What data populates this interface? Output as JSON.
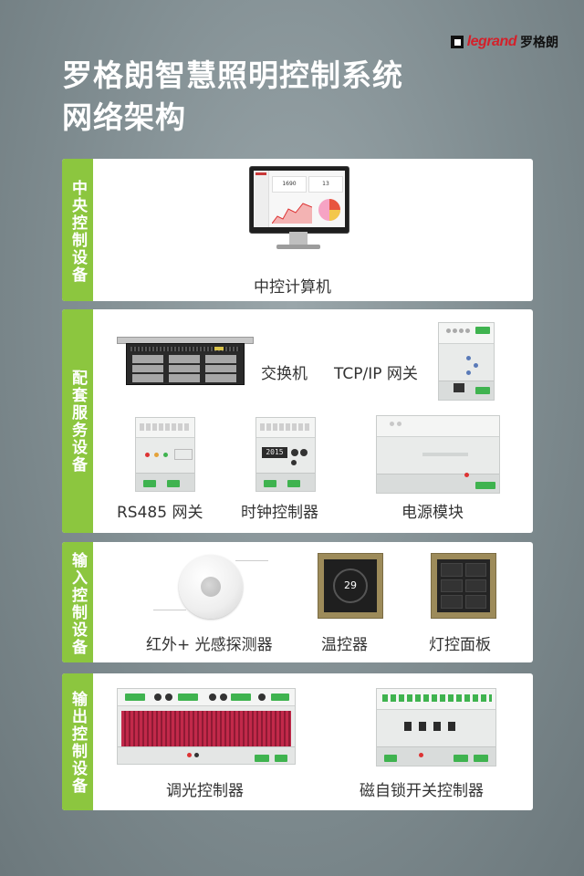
{
  "brand": {
    "name": "legrand",
    "cn": "罗格朗"
  },
  "title": {
    "line1": "罗格朗智慧照明控制系统",
    "line2": "网络架构"
  },
  "sections": [
    {
      "label": "中央控制设备",
      "devices": [
        {
          "label": "中控计算机"
        }
      ]
    },
    {
      "label": "配套服务设备",
      "devices": [
        {
          "label": "交换机"
        },
        {
          "label": "TCP/IP 网关"
        },
        {
          "label": "RS485 网关"
        },
        {
          "label": "时钟控制器"
        },
        {
          "label": "电源模块"
        }
      ]
    },
    {
      "label": "输入控制设备",
      "devices": [
        {
          "label": "红外+ 光感探测器"
        },
        {
          "label": "温控器"
        },
        {
          "label": "灯控面板"
        }
      ]
    },
    {
      "label": "输出控制设备",
      "devices": [
        {
          "label": "调光控制器"
        },
        {
          "label": "磁自锁开关控制器"
        }
      ]
    }
  ],
  "screens": {
    "monitor_val1": "1690",
    "monitor_val2": "13",
    "clock_display": "2015",
    "thermostat_display": "29"
  },
  "colors": {
    "accent_green": "#8cc63f",
    "brand_red": "#d4202a"
  }
}
